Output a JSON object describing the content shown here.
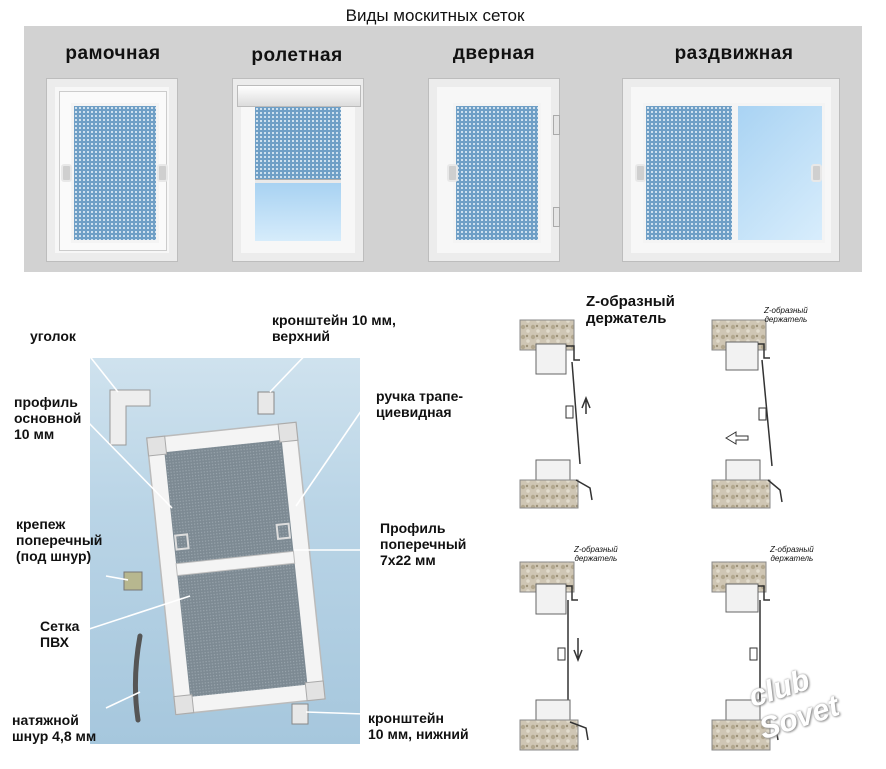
{
  "title": "Виды москитных сеток",
  "types": [
    {
      "label": "рамочная"
    },
    {
      "label": "ролетная"
    },
    {
      "label": "дверная"
    },
    {
      "label": "раздвижная"
    }
  ],
  "parts": {
    "corner": "уголок",
    "profile_main": [
      "профиль",
      "основной",
      "10 мм"
    ],
    "fastener": [
      "крепеж",
      "поперечный",
      "(под шнур)"
    ],
    "mesh": [
      "Сетка",
      "ПВХ"
    ],
    "cord": [
      "натяжной",
      "шнур 4,8 мм"
    ],
    "bracket_top": [
      "кронштейн 10 мм,",
      "верхний"
    ],
    "handle": [
      "ручка трапе-",
      "циевидная"
    ],
    "profile_cross": [
      "Профиль",
      "поперечный",
      "7х22 мм"
    ],
    "bracket_bottom": [
      "кронштейн",
      "10 мм, нижний"
    ]
  },
  "holder": {
    "label_big": [
      "Z-образный",
      "держатель"
    ],
    "label_small": [
      "Z-образный",
      "держатель"
    ]
  },
  "watermark": "club Sovet",
  "colors": {
    "panel": "#d2d2d2",
    "glass": "#8fc0e8",
    "mesh": "#6f9fc6"
  }
}
